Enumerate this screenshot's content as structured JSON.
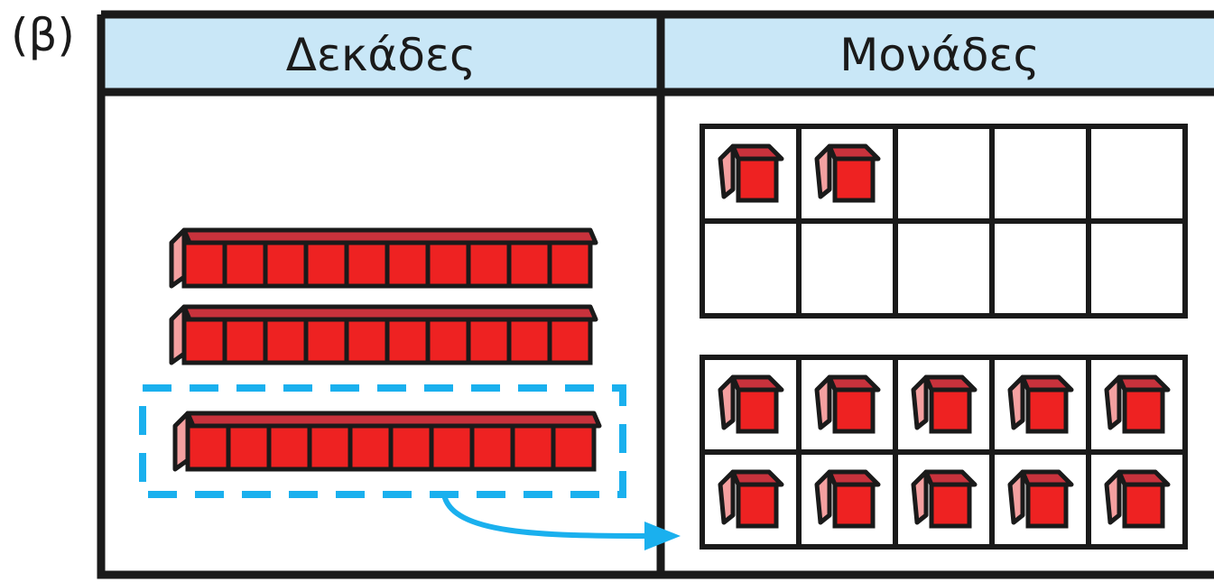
{
  "panel_label": "(β)",
  "columns": [
    {
      "title": "Δεκάδες",
      "content": "tens rods",
      "count": 3
    },
    {
      "title": "Μονάδες",
      "content": "unit cubes"
    }
  ],
  "tens_rods": {
    "count": 3,
    "cubes_per_rod": 10,
    "highlighted_rod_index": 2
  },
  "ones_frames": [
    {
      "rows": 2,
      "cols": 5,
      "filled": 2
    },
    {
      "rows": 2,
      "cols": 5,
      "filled": 10
    }
  ],
  "colors": {
    "header_bg": "#c9e7f7",
    "cube_front": "#ee2222",
    "cube_top": "#c8323c",
    "cube_side": "#f4a0a0",
    "outline": "#1a1a1a",
    "highlight": "#1ab0ee"
  },
  "icons": {
    "arrow": "curved-arrow-icon",
    "highlight": "dashed-box"
  }
}
